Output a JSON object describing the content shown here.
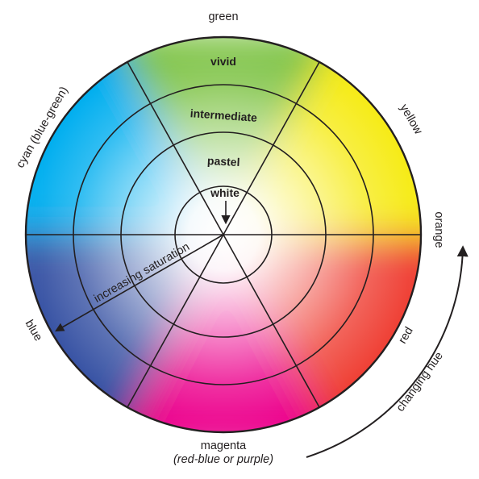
{
  "hue_labels": {
    "green": "green",
    "yellow": "yellow",
    "orange": "orange",
    "red": "red",
    "magenta_line1": "magenta",
    "magenta_line2": "(red-blue or purple)",
    "blue": "blue",
    "cyan": "cyan (blue-green)"
  },
  "ring_labels": {
    "vivid": "vivid",
    "intermediate": "intermediate",
    "pastel": "pastel",
    "white": "white"
  },
  "axis_labels": {
    "saturation": "increasing saturation",
    "hue": "changing hue"
  },
  "colors": {
    "green": "#7cc242",
    "yellow": "#f6eb14",
    "orange": "#f7941d",
    "red": "#ef4136",
    "magenta": "#ec008c",
    "blue": "#3953a4",
    "cyan": "#00aeef",
    "line": "#231f20"
  }
}
